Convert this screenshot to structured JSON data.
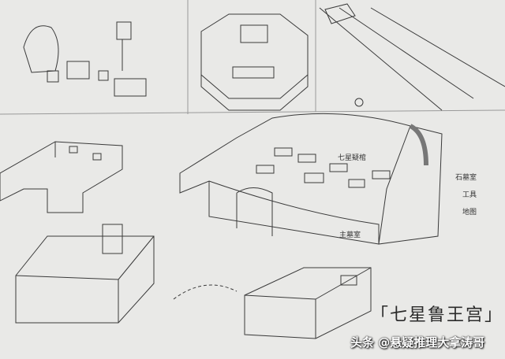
{
  "title": "「七星鲁王宫」",
  "watermark": "头条 @悬疑推理大拿涛哥",
  "labels": {
    "coffins": "七星疑棺",
    "main_tomb": "主墓室",
    "stone_room": "石墓室",
    "tools": "工具",
    "map": "地图"
  },
  "colors": {
    "paper": "#e9e9e7",
    "pencil": "#3a3a3a"
  }
}
